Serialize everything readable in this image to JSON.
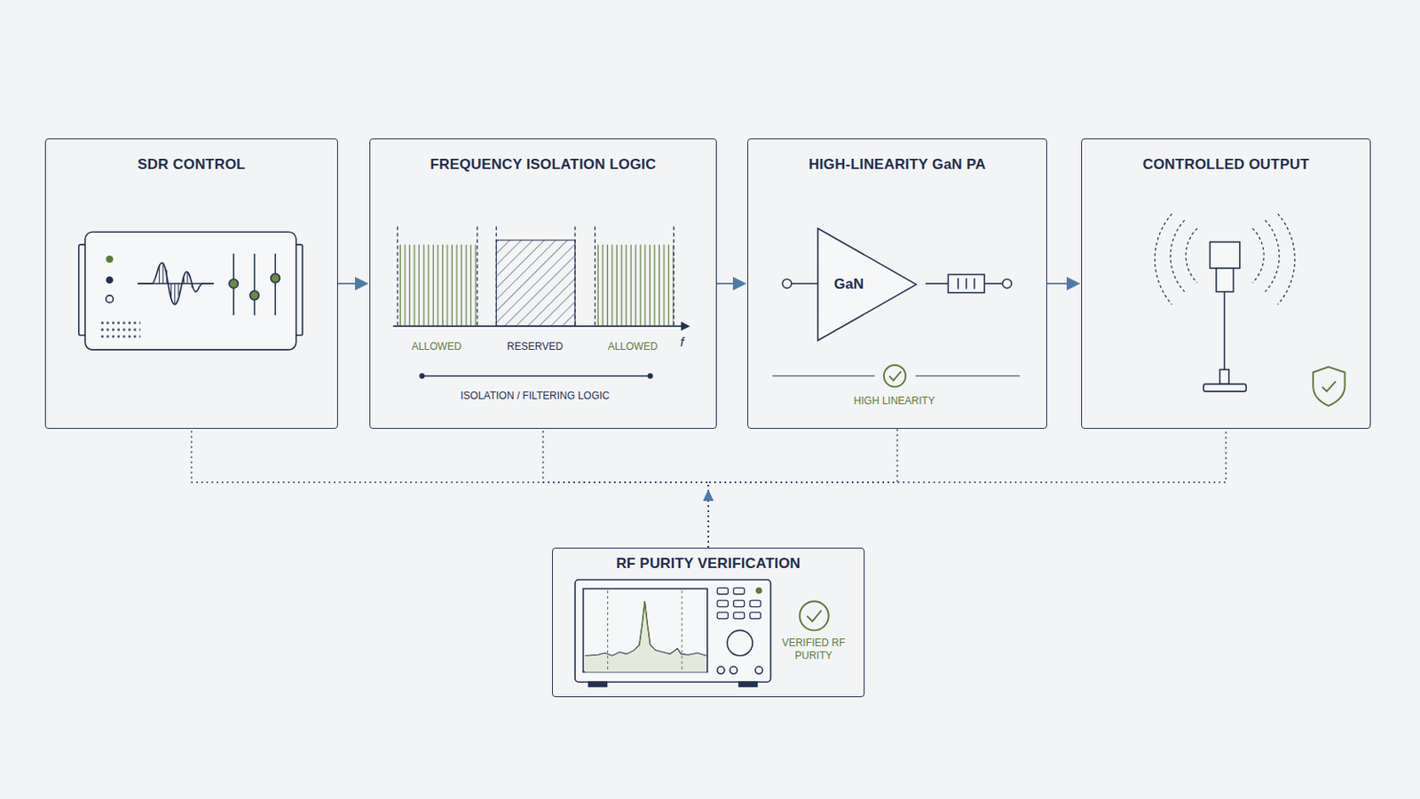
{
  "diagram": {
    "nodes": [
      {
        "text": [
          "SDR CONTROL"
        ]
      },
      {
        "text": [
          "FREQUENCY ISOLATION LOGIC"
        ]
      },
      {
        "text": [
          "HIGH-LINEARITY GaN PA"
        ]
      },
      {
        "text": [
          "GaN"
        ],
        "in": 2
      },
      {
        "text": [
          "CONTROLLED OUTPUT"
        ]
      },
      {
        "text": [
          "RF PURITY VERIFICATION"
        ]
      }
    ],
    "edges": [
      {
        "from": 0,
        "to": 1,
        "arrow": "to"
      },
      {
        "from": 1,
        "to": 2,
        "arrow": "to"
      },
      {
        "from": 2,
        "to": 4,
        "arrow": "to"
      },
      {
        "from": 5,
        "to": 0,
        "arrow": "to"
      },
      {
        "from": 5,
        "to": 1,
        "arrow": "to"
      },
      {
        "from": 5,
        "to": 2,
        "arrow": "to"
      },
      {
        "from": 5,
        "to": 4,
        "arrow": "to"
      }
    ],
    "labels": [
      "ALLOWED",
      "RESERVED",
      "ALLOWED",
      "f",
      "ISOLATION / FILTERING LOGIC",
      "HIGH LINEARITY",
      "VERIFIED RF PURITY"
    ]
  }
}
